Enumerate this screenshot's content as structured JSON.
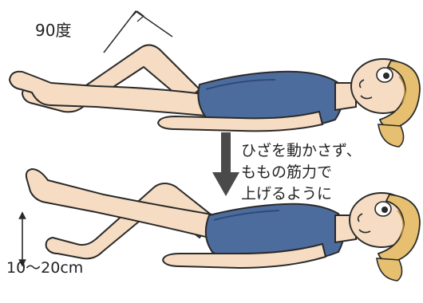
{
  "labels": {
    "angle": "90度",
    "distance": "10〜20cm",
    "instruction_lines": [
      "ひざを動かさず、",
      "ももの筋力で",
      "上げるように"
    ]
  },
  "colors": {
    "skin": "#f6dcc2",
    "skin_shadow": "#e7b99a",
    "leotard": "#4d6c9e",
    "leotard_dark": "#2f4a78",
    "hair": "#e6c070",
    "hair_dark": "#b78a35",
    "outline": "#2a2a2a",
    "arrow": "#4a4a4a",
    "text": "#222222"
  },
  "icons": [
    "down-arrow-icon",
    "double-arrow-icon",
    "angle-mark-icon"
  ]
}
